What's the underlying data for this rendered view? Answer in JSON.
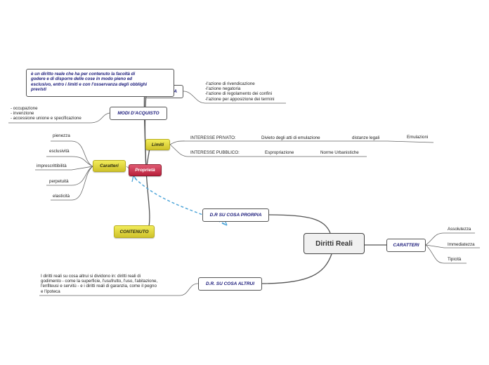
{
  "root": {
    "label": "Diritti Reali"
  },
  "nodes": {
    "dr_propria": "D.R SU COSA PRORPIA",
    "dr_altrui": "D.R. SU COSA ALTRUI",
    "caratteri_root": "CARATTERI",
    "proprieta": "Proprietà",
    "limiti": "Limiti",
    "caratteri": "Caratteri",
    "contenuto": "CONTENUTO",
    "modi_acquisto": "MODI D'ACQUISTO",
    "la_tutela": "LA TUTELA"
  },
  "caratteri_root_items": [
    "Assolutezza",
    "Immediatezza",
    "Tipicità"
  ],
  "caratteri_items": [
    "pienezza",
    "esclusività",
    "imprescrittibilità",
    "perpetuità",
    "elasticità"
  ],
  "modi_acquisto_items": [
    "- occupazione",
    "- invenzione",
    "- accessione unione e specificazione"
  ],
  "tutela_items": [
    "-l'azione di rivendicazione",
    "-l'azione negatoria",
    "-l'azione di regolamento dei confini",
    "-l'azione per apposizione dei termini"
  ],
  "limiti": {
    "privato": {
      "label": "INTERESSE PRIVATO:",
      "sub": "Divieto degli atti di emulazione",
      "sub2": "distanze legali",
      "sub3": "Emulazioni"
    },
    "pubblico": {
      "label": "INTERESSE PUBBLICO:",
      "sub": "Espropriazione",
      "sub2": "Norme Urbanistiche"
    }
  },
  "definition_note": [
    "è un diritto reale che ha per contenuto la facoltà di",
    "godere e di disporre delle cose in modo pieno ed",
    "esclusivo, entro i limiti e con l'osservanza degli obblighi",
    "previsti"
  ],
  "altrui_note": [
    "I diritti reali su cosa altrui si dividono in: diritti reali di",
    "godimento - come la superficie, l'usufrutto, l'uso, l'abitazione,",
    "l'enfiteusi e servitù - e i diritti reali di garanzia, come il pegno",
    "e l'ipoteca"
  ],
  "colors": {
    "connector": "#555555",
    "relationship": "#4aa3d8",
    "yellow_node": "#e0d63a",
    "red_node": "#c8304a",
    "node_text": "#1a1a7a"
  }
}
